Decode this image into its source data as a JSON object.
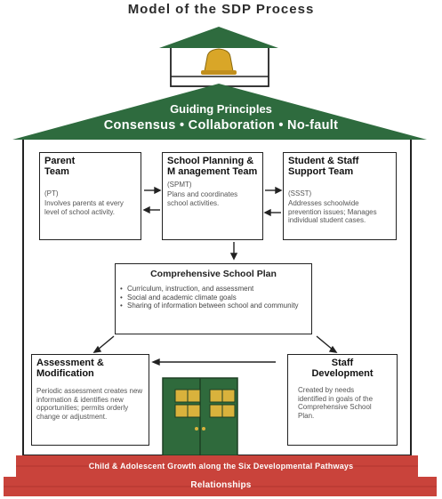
{
  "title": "Model of the SDP Process",
  "roof": {
    "heading": "Guiding Principles",
    "principles": "Consensus • Collaboration • No-fault"
  },
  "boxes": {
    "parent": {
      "head": "Parent Team",
      "abbr": "(PT)",
      "body": "Involves parents at every level of school activity."
    },
    "spmt": {
      "head": "School Planning & M anagement Team",
      "abbr": "(SPMT)",
      "body": "Plans and coordinates school activities."
    },
    "ssst": {
      "head": "Student & Staff Support Team",
      "abbr": "(SSST)",
      "body": "Addresses schoolwide prevention issues; Manages individual student cases."
    },
    "plan": {
      "head": "Comprehensive School Plan",
      "items": [
        "Curriculum, instruction, and assessment",
        "Social and academic climate goals",
        "Sharing of information between school and community"
      ]
    },
    "assessment": {
      "head": "Assessment & Modification",
      "body": "Periodic assessment creates new information & identifies new opportunities; permits orderly change or adjustment."
    },
    "staff": {
      "head": "Staff Development",
      "body": "Created by needs identified in goals of the Comprehensive School Plan."
    }
  },
  "foundation": {
    "step1": "Child & Adolescent Growth along the Six Developmental Pathways",
    "step2": "Relationships"
  },
  "colors": {
    "roof": "#2e6b3e",
    "door": "#2f6a3c",
    "window": "#d9b23c",
    "bell": "#d9a628",
    "brick": "#c9433b"
  }
}
